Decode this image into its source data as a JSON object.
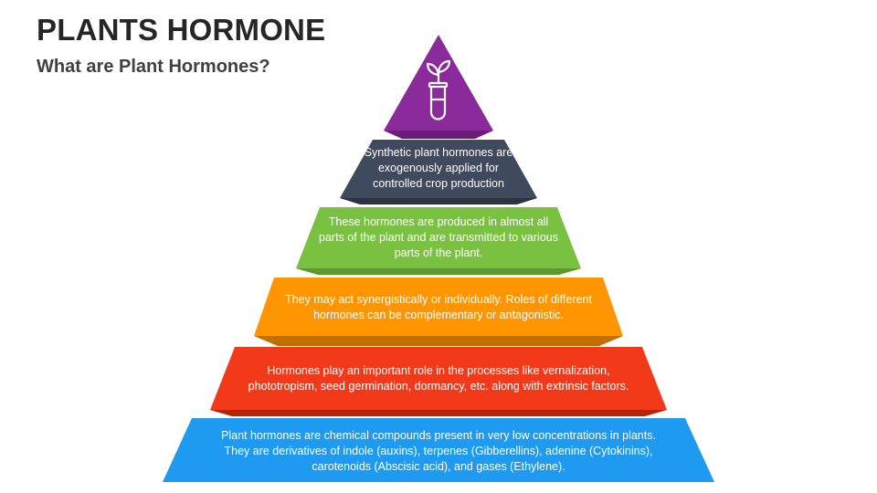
{
  "slide": {
    "title": "PLANTS HORMONE",
    "subtitle": "What are Plant Hormones?"
  },
  "pyramid": {
    "top_icon": "test-tube-sprout-icon",
    "tiers": [
      {
        "id": "tier-1",
        "color": "#3f4a5c",
        "shadow": "#2c3442",
        "text": "Synthetic plant hormones are exogenously applied for controlled crop production"
      },
      {
        "id": "tier-2",
        "color": "#7ac142",
        "shadow": "#5a9a2c",
        "text": "These hormones are produced in almost all parts of the plant and are transmitted to various parts of the plant."
      },
      {
        "id": "tier-3",
        "color": "#ff9500",
        "shadow": "#c26f00",
        "text": "They may act synergistically or individually. Roles of different hormones can be complementary or antagonistic."
      },
      {
        "id": "tier-4",
        "color": "#f23a1a",
        "shadow": "#b5250c",
        "text": "Hormones play an important role in the processes like vernalization, phototropism, seed germination, dormancy, etc. along with extrinsic factors."
      },
      {
        "id": "tier-5",
        "color": "#1e9af0",
        "shadow": "#1175bd",
        "text": "Plant hormones are chemical compounds present in very low concentrations in plants. They are derivatives of indole (auxins), terpenes (Gibberellins), adenine (Cytokinins), carotenoids (Abscisic acid), and gases (Ethylene)."
      }
    ],
    "apex_color": "#8b2a9b",
    "apex_shadow": "#6a1d78"
  }
}
